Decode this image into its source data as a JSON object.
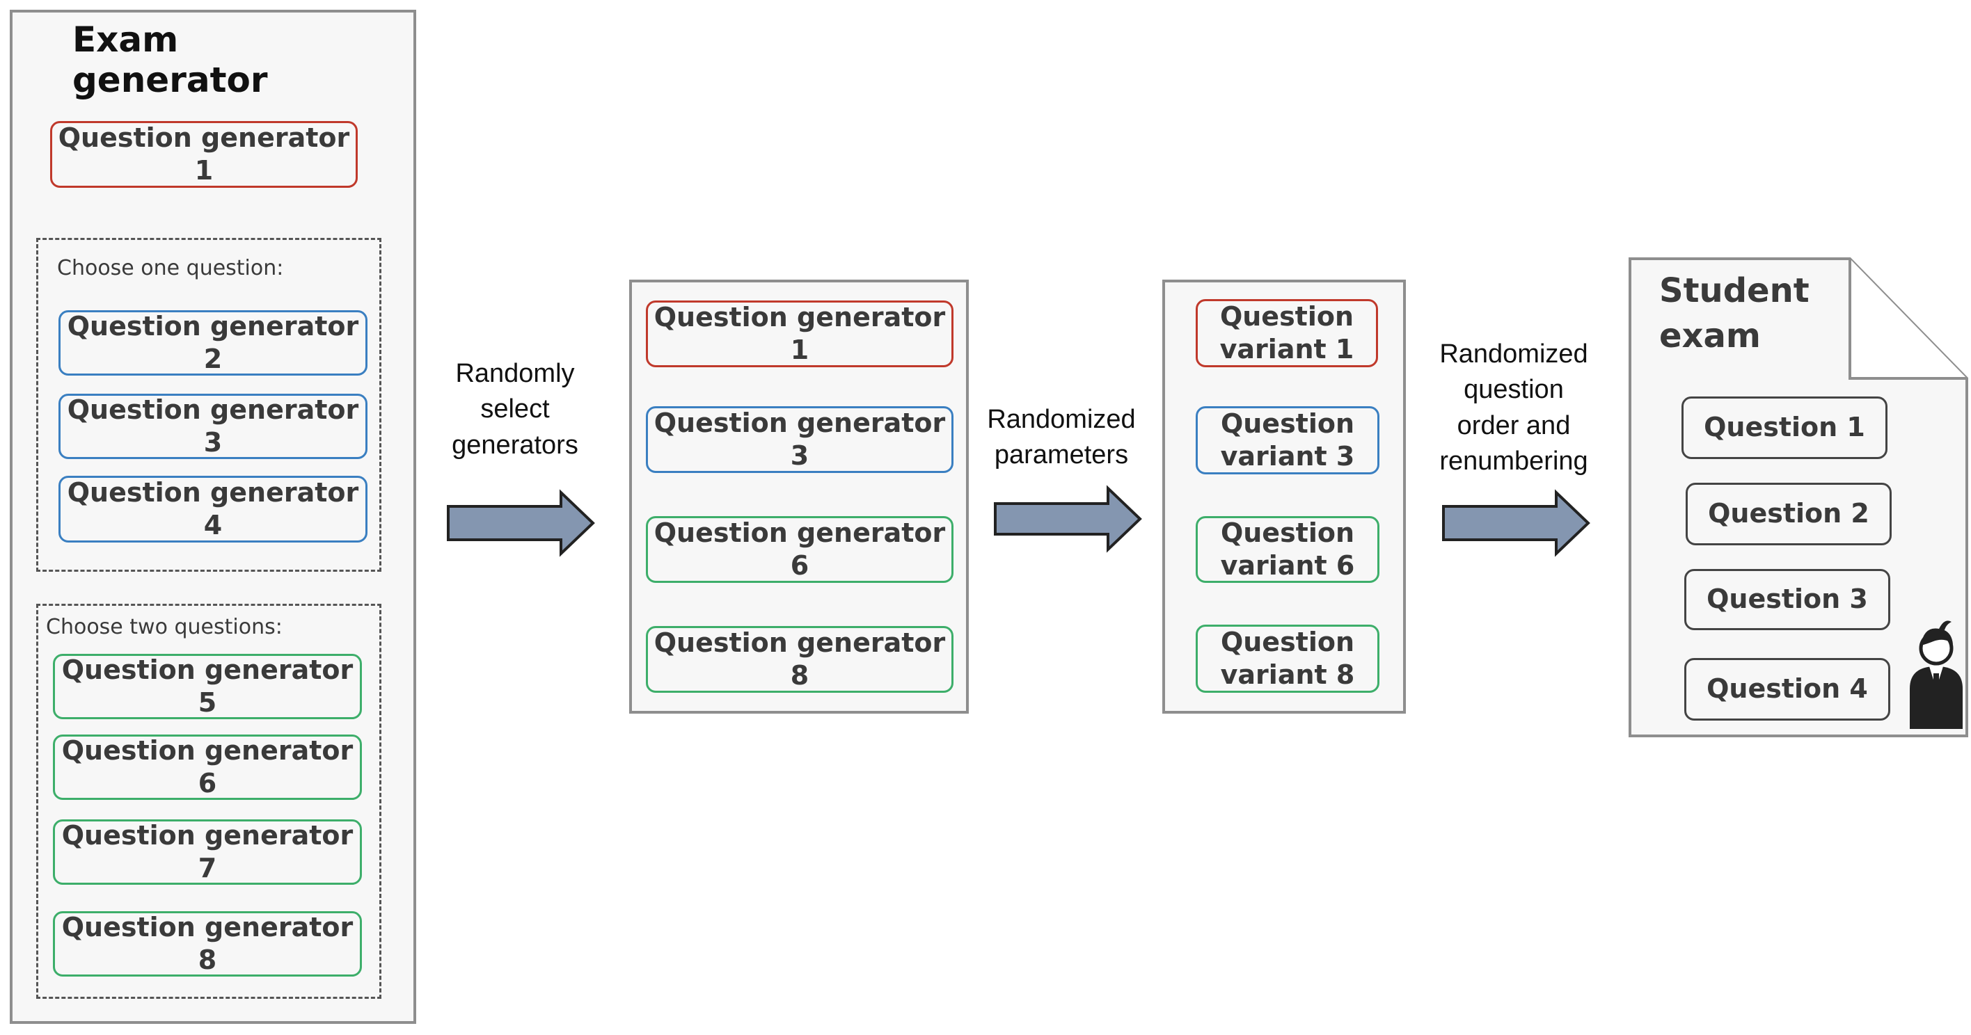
{
  "exam_generator": {
    "title": "Exam generator",
    "fixed_generator": "Question generator 1",
    "group_one": {
      "label": "Choose one question:",
      "items": [
        "Question generator 2",
        "Question generator 3",
        "Question generator 4"
      ]
    },
    "group_two": {
      "label": "Choose two questions:",
      "items": [
        "Question generator 5",
        "Question generator 6",
        "Question generator 7",
        "Question generator 8"
      ]
    }
  },
  "steps": [
    "Randomly\nselect\ngenerators",
    "Randomized\nparameters",
    "Randomized\nquestion\norder and\nrenumbering"
  ],
  "selected_generators": [
    "Question generator 1",
    "Question generator 3",
    "Question generator 6",
    "Question generator 8"
  ],
  "variants": [
    "Question\nvariant 1",
    "Question\nvariant 3",
    "Question\nvariant 6",
    "Question\nvariant 8"
  ],
  "student_exam": {
    "title": "Student\nexam",
    "questions": [
      "Question 1",
      "Question 2",
      "Question 3",
      "Question 4"
    ],
    "icon": "student-icon"
  },
  "colors": {
    "red": "#c0392b",
    "blue": "#3a7fc1",
    "green": "#3dae6a",
    "arrow_fill": "#8496b0",
    "panel_fill": "#f7f7f7"
  }
}
